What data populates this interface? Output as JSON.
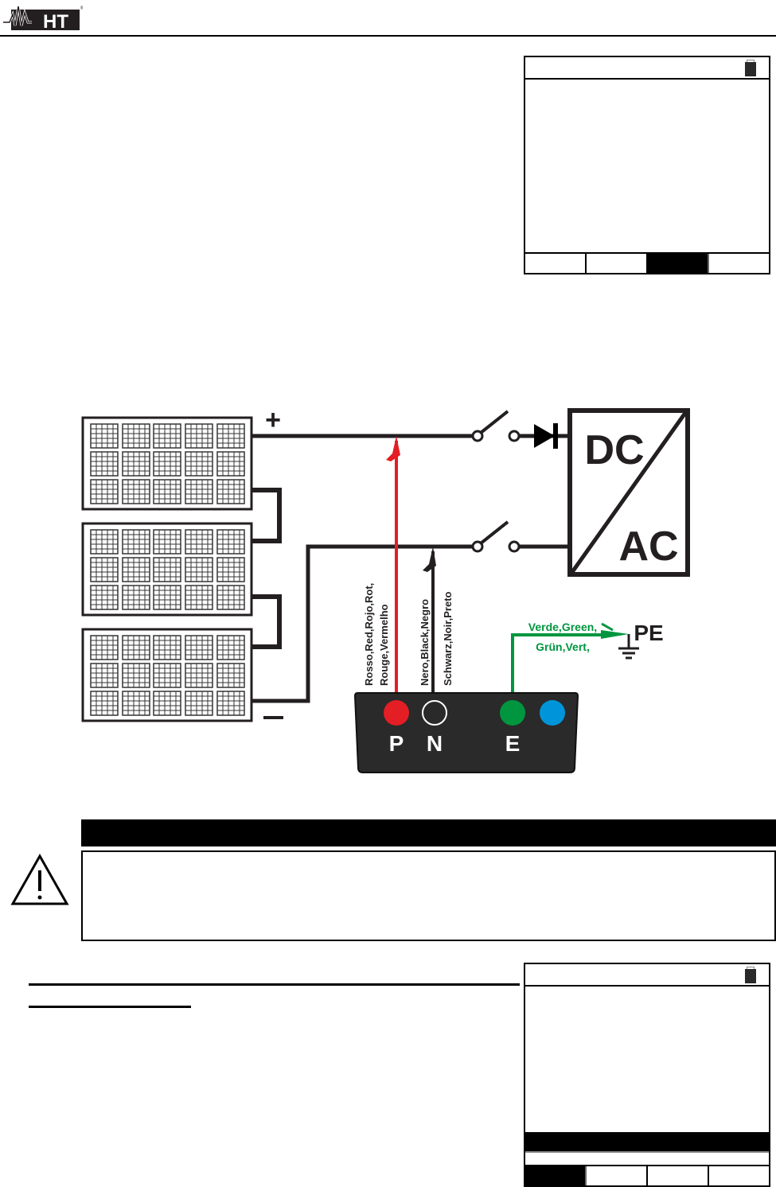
{
  "header": {
    "logo_text": "HT",
    "logo_mark": "®",
    "logo_icon": "ht-logo-wave-icon"
  },
  "screen_top": {
    "battery_icon": "battery-icon",
    "function_keys": [
      "",
      "",
      "",
      ""
    ],
    "active_key_index": 2
  },
  "diagram": {
    "plus_label": "+",
    "minus_label": "−",
    "converter_top": "DC",
    "converter_bottom": "AC",
    "pe_label": "PE",
    "red_lead_line1": "Rosso,Red,Rojo,Rot,",
    "red_lead_line2": "Rouge,Vermelho",
    "black_lead_line1": "Nero,Black,Negro",
    "black_lead_line2": "Schwarz,Noir,Preto",
    "green_lead_line1": "Verde,Green,",
    "green_lead_line2": "Grün,Vert,",
    "terminals": [
      {
        "label": "P",
        "color": "#e31e24"
      },
      {
        "label": "N",
        "color": "#2a2a2a"
      },
      {
        "label": "E",
        "color": "#00963f"
      },
      {
        "label": "",
        "color": "#0095da"
      }
    ],
    "colors": {
      "wire": "#231f20",
      "red": "#e31e24",
      "green": "#00963f",
      "blue": "#0095da",
      "instrument_body": "#2a2a2a"
    }
  },
  "warning": {
    "title": "",
    "body": "",
    "icon": "warning-triangle-icon"
  },
  "screen_bottom": {
    "battery_icon": "battery-icon",
    "message_bar": "",
    "function_keys": [
      "",
      "",
      "",
      ""
    ],
    "active_key_index": 0
  }
}
